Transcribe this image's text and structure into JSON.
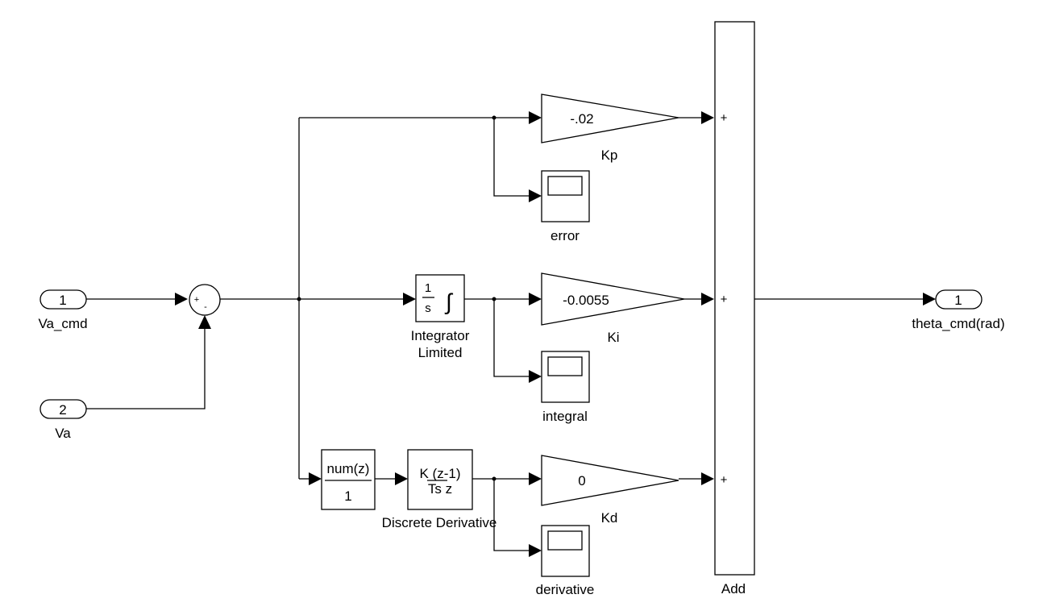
{
  "inports": [
    {
      "number": "1",
      "name": "Va_cmd"
    },
    {
      "number": "2",
      "name": "Va"
    }
  ],
  "sum": {
    "sign_top": "+",
    "sign_bottom": "-"
  },
  "gains": {
    "kp": {
      "value": "-.02",
      "name": "Kp"
    },
    "ki": {
      "value": "-0.0055",
      "name": "Ki"
    },
    "kd": {
      "value": "0",
      "name": "Kd"
    }
  },
  "scopes": {
    "error": "error",
    "integral": "integral",
    "derivative": "derivative"
  },
  "integrator": {
    "numerator": "1",
    "denominator": "s",
    "symbol": "∫",
    "name_line1": "Integrator",
    "name_line2": "Limited"
  },
  "filter": {
    "numerator": "num(z)",
    "denominator": "1"
  },
  "derivative_block": {
    "numerator": "K (z-1)",
    "denominator": "Ts z",
    "name": "Discrete Derivative"
  },
  "add": {
    "name": "Add",
    "signs": [
      "+",
      "+",
      "+"
    ]
  },
  "outport": {
    "number": "1",
    "name": "theta_cmd(rad)"
  },
  "colors": {
    "line": "#000000",
    "background": "#ffffff"
  }
}
